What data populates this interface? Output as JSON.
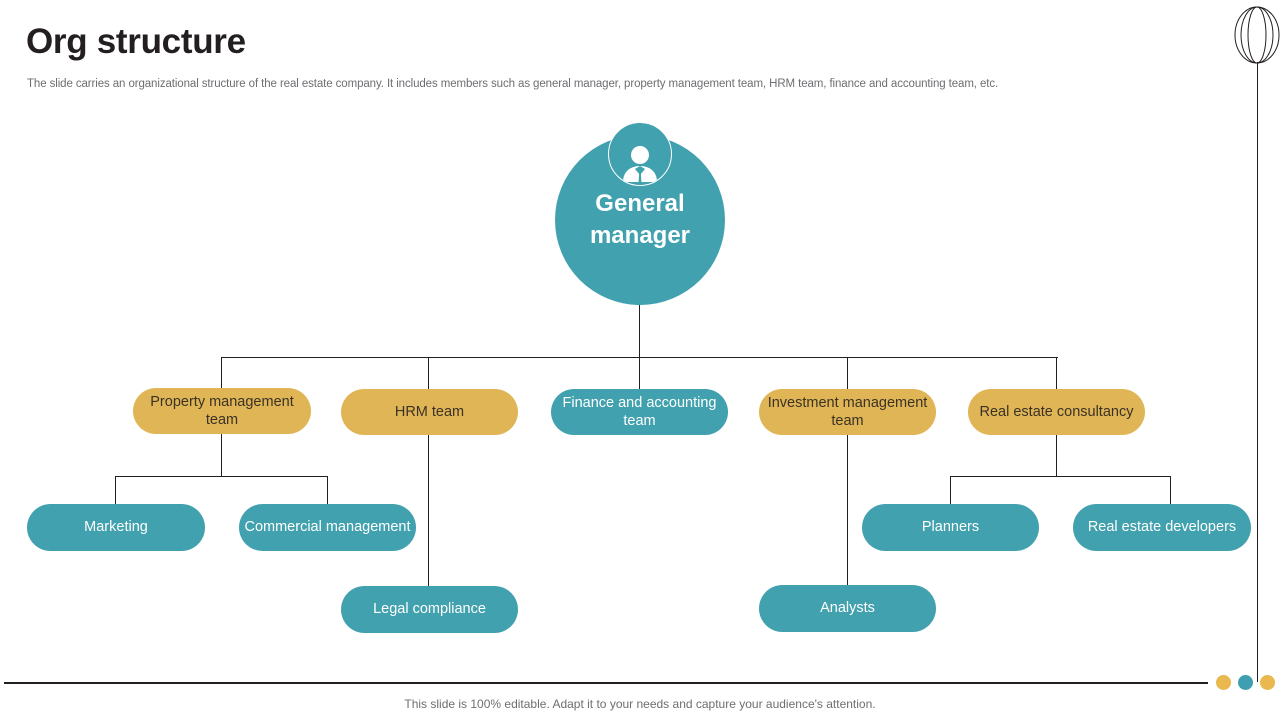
{
  "header": {
    "title": "Org structure",
    "subtitle": "The slide carries an organizational structure of the real estate company. It includes members such as general manager, property management team, HRM team, finance and accounting team, etc."
  },
  "colors": {
    "teal": "#41a1ae",
    "gold": "#e0b556",
    "line": "#231f20",
    "text_dark": "#231f20",
    "text_muted": "#6d6e71",
    "text_on_teal": "#ffffff",
    "text_on_gold": "#3b3226"
  },
  "org_chart": {
    "root": {
      "label": "General manager",
      "icon": "person-avatar-icon",
      "style": "teal-circle"
    },
    "level_1": [
      {
        "label": "Property management team",
        "style": "gold"
      },
      {
        "label": "HRM team",
        "style": "gold"
      },
      {
        "label": "Finance and accounting team",
        "style": "teal"
      },
      {
        "label": "Investment management team",
        "style": "gold"
      },
      {
        "label": "Real estate consultancy",
        "style": "gold"
      }
    ],
    "level_2": [
      {
        "label": "Marketing",
        "style": "teal",
        "parent": "Property management team"
      },
      {
        "label": "Commercial management",
        "style": "teal",
        "parent": "Property management team"
      },
      {
        "label": "Legal compliance",
        "style": "teal",
        "parent": "HRM team"
      },
      {
        "label": "Analysts",
        "style": "teal",
        "parent": "Investment management team"
      },
      {
        "label": "Planners",
        "style": "teal",
        "parent": "Real estate consultancy"
      },
      {
        "label": "Real estate developers",
        "style": "teal",
        "parent": "Real estate consultancy"
      }
    ]
  },
  "footer": {
    "note": "This slide is 100% editable. Adapt it to your needs and capture your audience's attention."
  }
}
